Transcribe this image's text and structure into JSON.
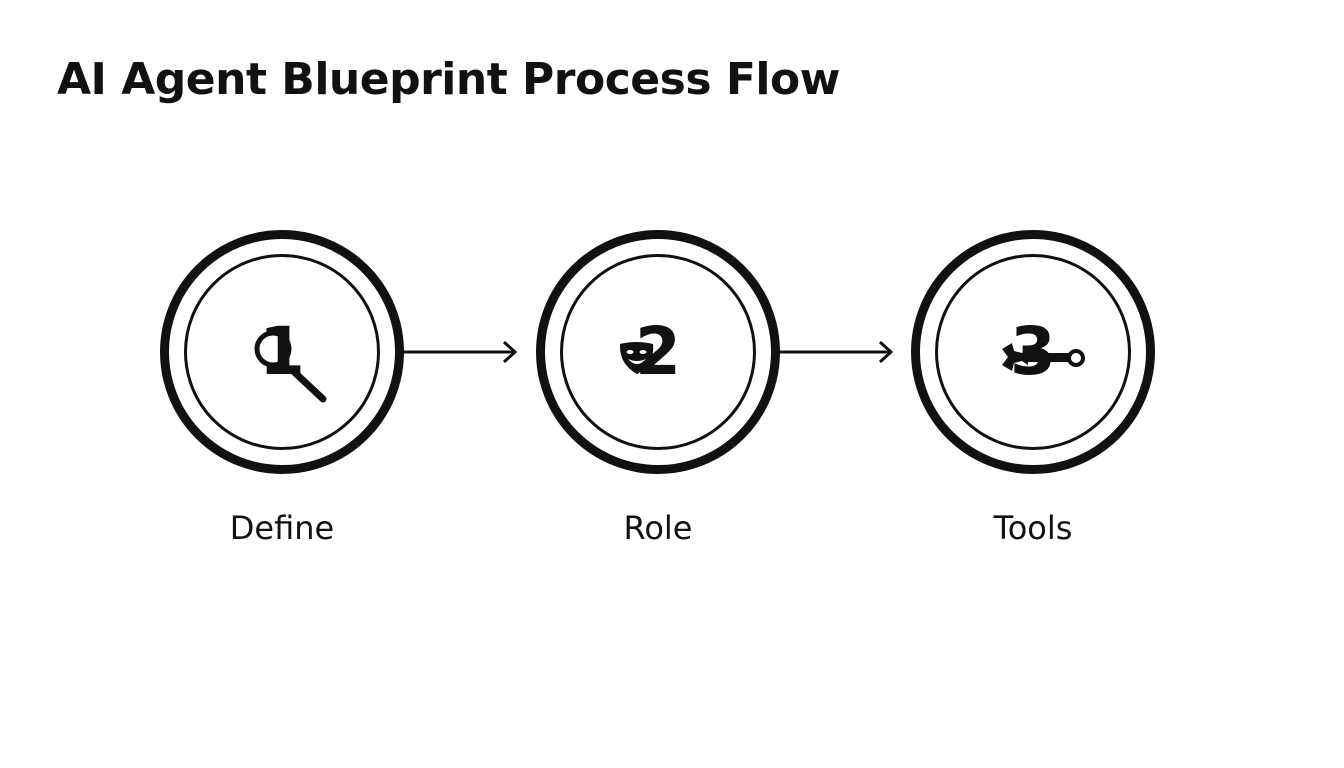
{
  "title": "AI Agent Blueprint Process Flow",
  "steps": [
    {
      "number": "1",
      "label": "Define",
      "icon": "magnifying-glass-icon"
    },
    {
      "number": "2",
      "label": "Role",
      "icon": "theater-mask-icon"
    },
    {
      "number": "3",
      "label": "Tools",
      "icon": "wrench-icon"
    }
  ],
  "colors": {
    "ink": "#111111",
    "background": "#ffffff"
  }
}
